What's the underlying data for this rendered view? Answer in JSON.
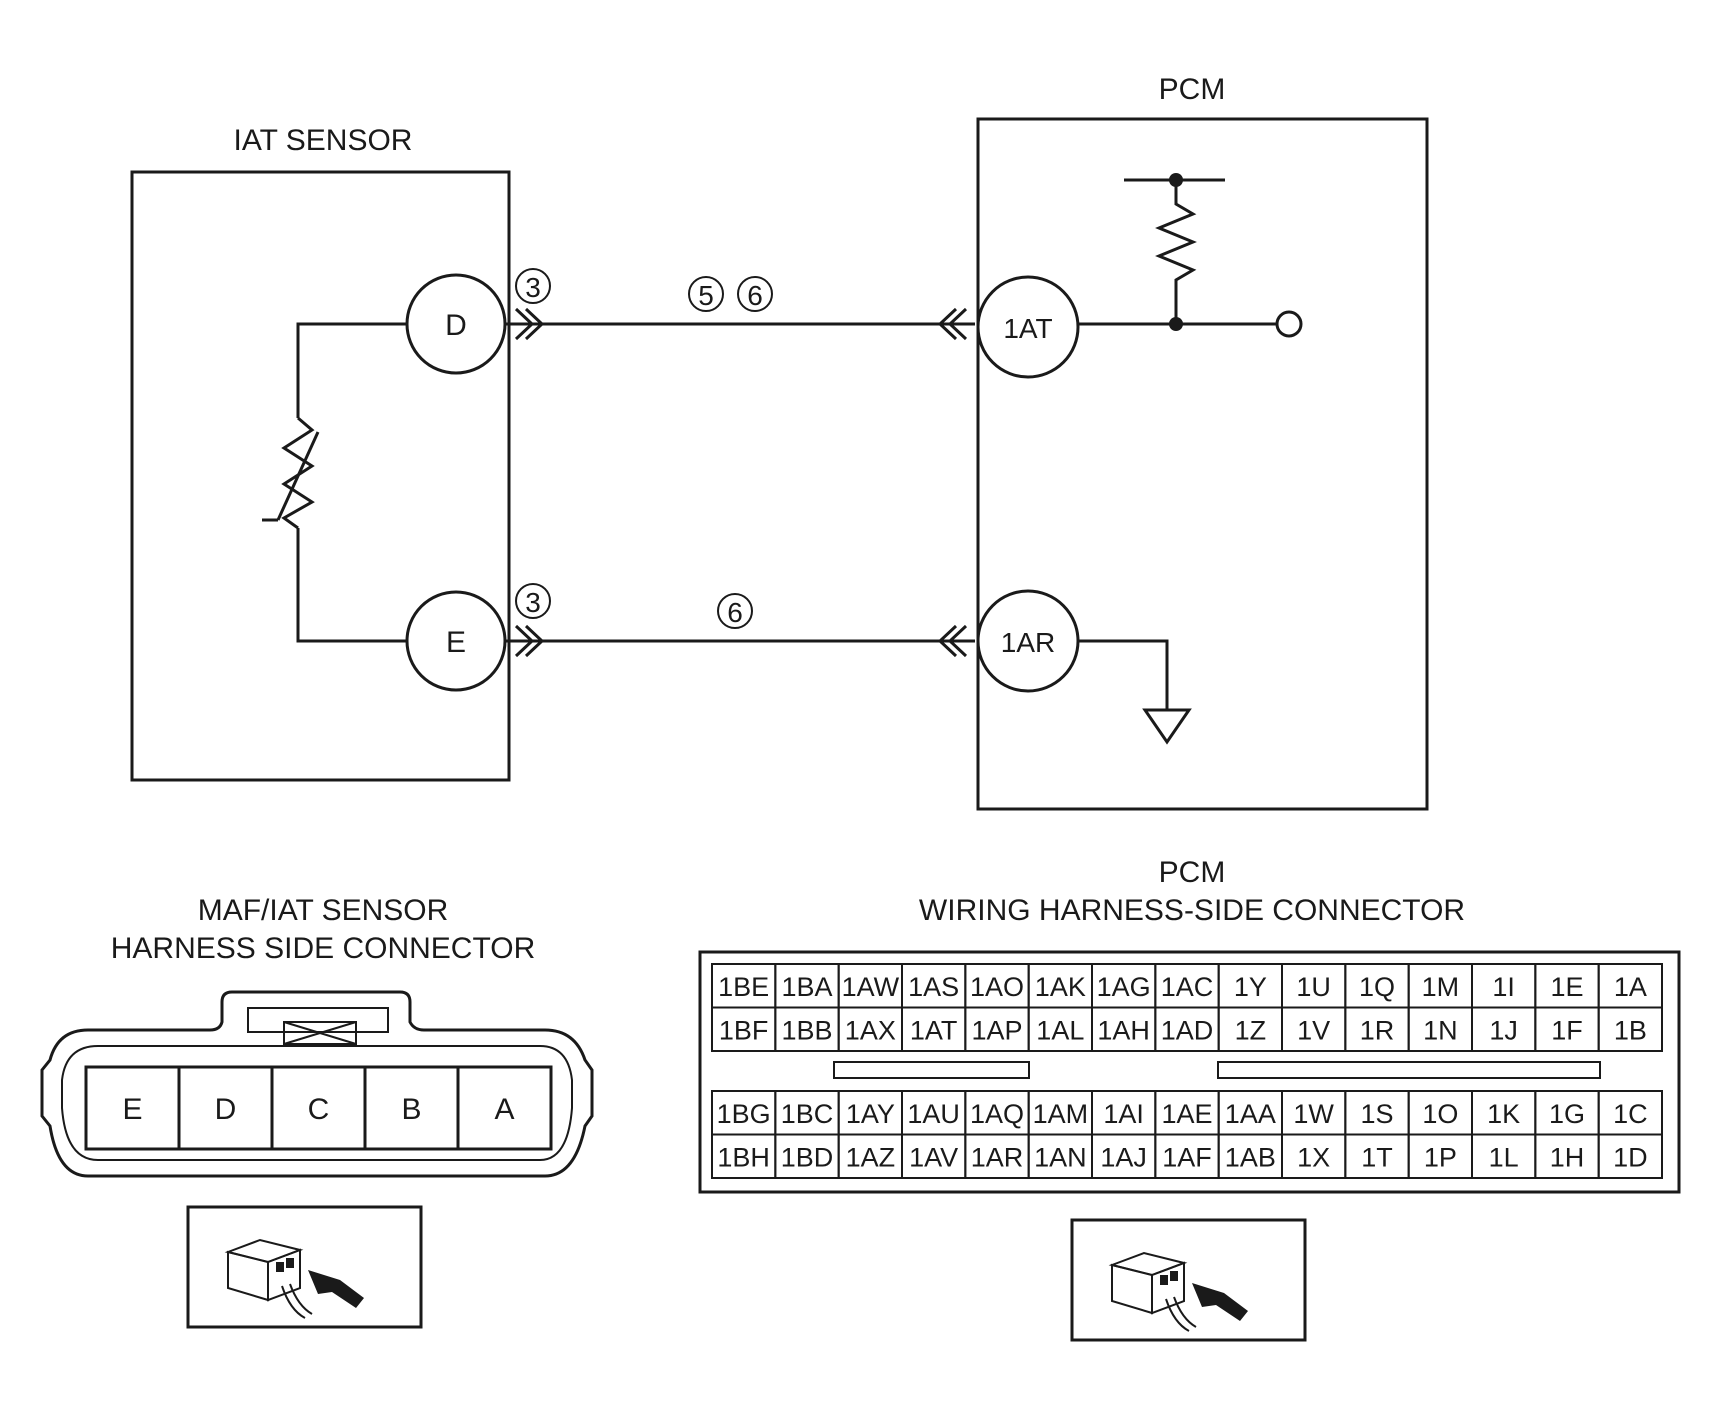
{
  "iat_sensor": {
    "title": "IAT SENSOR",
    "terminals": [
      {
        "id": "D",
        "label": "D",
        "connector_mark": "3"
      },
      {
        "id": "E",
        "label": "E",
        "connector_mark": "3"
      }
    ]
  },
  "pcm": {
    "title": "PCM",
    "terminals": [
      {
        "id": "1AT",
        "label": "1AT"
      },
      {
        "id": "1AR",
        "label": "1AR"
      }
    ]
  },
  "wires": [
    {
      "from": "D",
      "to": "1AT",
      "marks": [
        "5",
        "6"
      ]
    },
    {
      "from": "E",
      "to": "1AR",
      "marks": [
        "6"
      ]
    }
  ],
  "maf_connector": {
    "title_line1": "MAF/IAT SENSOR",
    "title_line2": "HARNESS SIDE CONNECTOR",
    "pins": [
      "E",
      "D",
      "C",
      "B",
      "A"
    ]
  },
  "pcm_connector": {
    "title_line1": "PCM",
    "title_line2": "WIRING HARNESS-SIDE CONNECTOR",
    "rows": [
      [
        "1BE",
        "1BA",
        "1AW",
        "1AS",
        "1AO",
        "1AK",
        "1AG",
        "1AC",
        "1Y",
        "1U",
        "1Q",
        "1M",
        "1I",
        "1E",
        "1A"
      ],
      [
        "1BF",
        "1BB",
        "1AX",
        "1AT",
        "1AP",
        "1AL",
        "1AH",
        "1AD",
        "1Z",
        "1V",
        "1R",
        "1N",
        "1J",
        "1F",
        "1B"
      ],
      [
        "1BG",
        "1BC",
        "1AY",
        "1AU",
        "1AQ",
        "1AM",
        "1AI",
        "1AE",
        "1AA",
        "1W",
        "1S",
        "1O",
        "1K",
        "1G",
        "1C"
      ],
      [
        "1BH",
        "1BD",
        "1AZ",
        "1AV",
        "1AR",
        "1AN",
        "1AJ",
        "1AF",
        "1AB",
        "1X",
        "1T",
        "1P",
        "1L",
        "1H",
        "1D"
      ]
    ]
  }
}
